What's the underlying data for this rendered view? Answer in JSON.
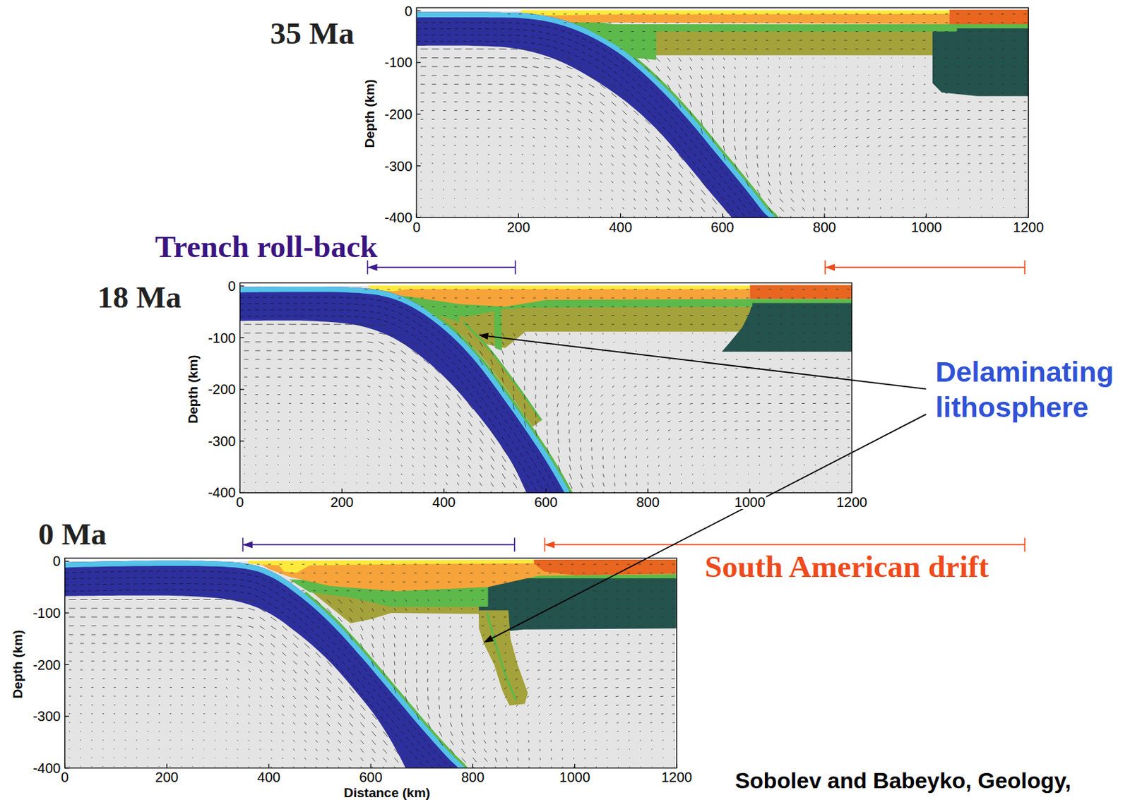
{
  "diagram": {
    "labels": [
      "35 Ma",
      "Depth (km)",
      "0",
      "-100",
      "-200",
      "-300",
      "-400",
      "0",
      "200",
      "400",
      "600",
      "800",
      "1000",
      "1200",
      "Trench roll-back",
      "18 Ma",
      "Depth (km)",
      "0",
      "-100",
      "-200",
      "-300",
      "-400",
      "0",
      "200",
      "400",
      "600",
      "800",
      "1000",
      "1200",
      "Delaminating lithosphere",
      "0 Ma",
      "South American drift",
      "Depth (km)",
      "0",
      "-100",
      "-200",
      "-300",
      "-400",
      "0",
      "200",
      "400",
      "600",
      "800",
      "1000",
      "1200",
      "Distance (km)",
      "Sobolev and Babeyko, Geology,"
    ]
  }
}
